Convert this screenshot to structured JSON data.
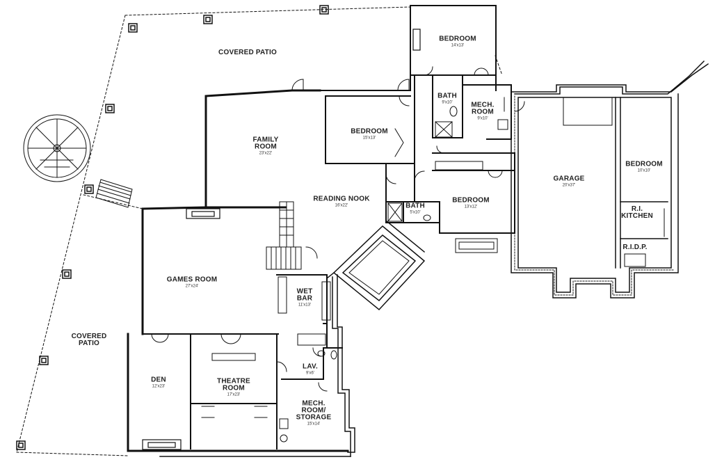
{
  "rooms": {
    "covered_patio_top": {
      "name": "COVERED PATIO",
      "size": ""
    },
    "bedroom_top": {
      "name": "BEDROOM",
      "size": "14'x13'"
    },
    "bath_top": {
      "name": "BATH",
      "size": "9'x10'"
    },
    "mech_room_top": {
      "name": "MECH. ROOM",
      "size": "9'x10'"
    },
    "family_room": {
      "name": "FAMILY ROOM",
      "size": "23'x22'"
    },
    "bedroom_mid": {
      "name": "BEDROOM",
      "size": "15'x13'"
    },
    "reading_nook": {
      "name": "READING NOOK",
      "size": "16'x22'"
    },
    "bath_mid": {
      "name": "BATH",
      "size": "5'x10'"
    },
    "bedroom_right": {
      "name": "BEDROOM",
      "size": "13'x12'"
    },
    "garage": {
      "name": "GARAGE",
      "size": "20'x37'"
    },
    "bedroom_far": {
      "name": "BEDROOM",
      "size": "10'x10'"
    },
    "ri_kitchen": {
      "name": "R.I. KITCHEN",
      "size": ""
    },
    "ridp": {
      "name": "R.I.D.P.",
      "size": ""
    },
    "games_room": {
      "name": "GAMES ROOM",
      "size": "27'x24'"
    },
    "wet_bar": {
      "name": "WET BAR",
      "size": "11'x13'"
    },
    "covered_patio_left": {
      "name": "COVERED PATIO",
      "size": ""
    },
    "den": {
      "name": "DEN",
      "size": "12'x23'"
    },
    "theatre_room": {
      "name": "THEATRE ROOM",
      "size": "17'x23'"
    },
    "lav": {
      "name": "LAV.",
      "size": "9'x6'"
    },
    "mech_storage": {
      "name": "MECH. ROOM/ STORAGE",
      "size": "15'x14'"
    }
  }
}
